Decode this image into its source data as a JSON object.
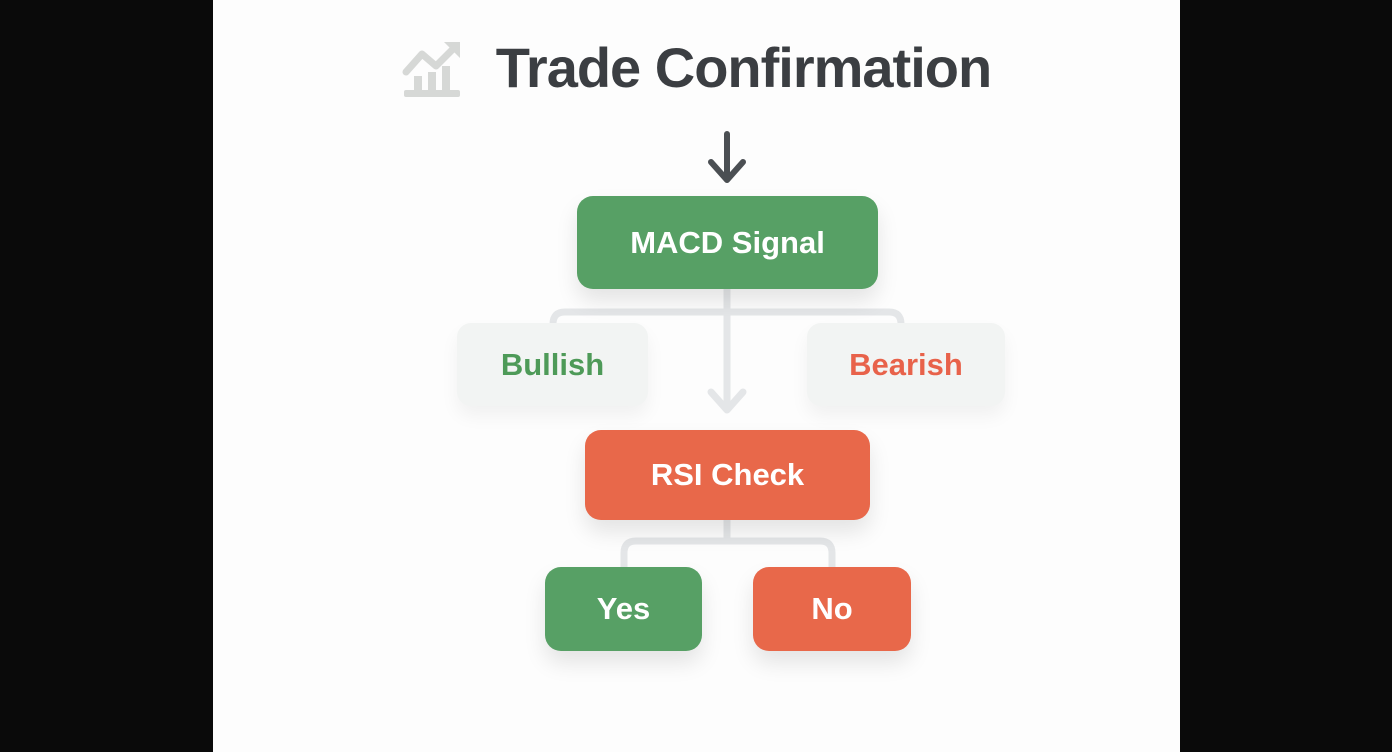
{
  "title": {
    "text": "Trade Confirmation",
    "icon": "trending-up-chart-icon"
  },
  "flowchart": {
    "nodes": {
      "macd": {
        "label": "MACD Signal",
        "style": "solid",
        "color": "#57a065"
      },
      "bullish": {
        "label": "Bullish",
        "style": "soft",
        "text_color": "#4e9a58"
      },
      "bearish": {
        "label": "Bearish",
        "style": "soft",
        "text_color": "#e8624a"
      },
      "rsi": {
        "label": "RSI Check",
        "style": "solid",
        "color": "#e8684a"
      },
      "yes": {
        "label": "Yes",
        "style": "solid",
        "color": "#57a065"
      },
      "no": {
        "label": "No",
        "style": "solid",
        "color": "#e8684a"
      }
    },
    "edges": [
      {
        "from": "title",
        "to": "macd",
        "style": "dark-arrow"
      },
      {
        "from": "macd",
        "to": "bullish",
        "style": "light-elbow"
      },
      {
        "from": "macd",
        "to": "bearish",
        "style": "light-elbow"
      },
      {
        "from": "macd",
        "to": "rsi",
        "style": "light-arrow"
      },
      {
        "from": "rsi",
        "to": "yes",
        "style": "light-elbow"
      },
      {
        "from": "rsi",
        "to": "no",
        "style": "light-elbow"
      }
    ]
  },
  "colors": {
    "background": "#0a0a0a",
    "stage": "#fdfdfd",
    "green": "#57a065",
    "orange": "#e8684a",
    "soft_node_bg": "#f2f4f3",
    "connector": "#e4e6e8",
    "dark_arrow": "#4b4f53",
    "title_text": "#3b3e42",
    "icon": "#d6d8d6"
  }
}
